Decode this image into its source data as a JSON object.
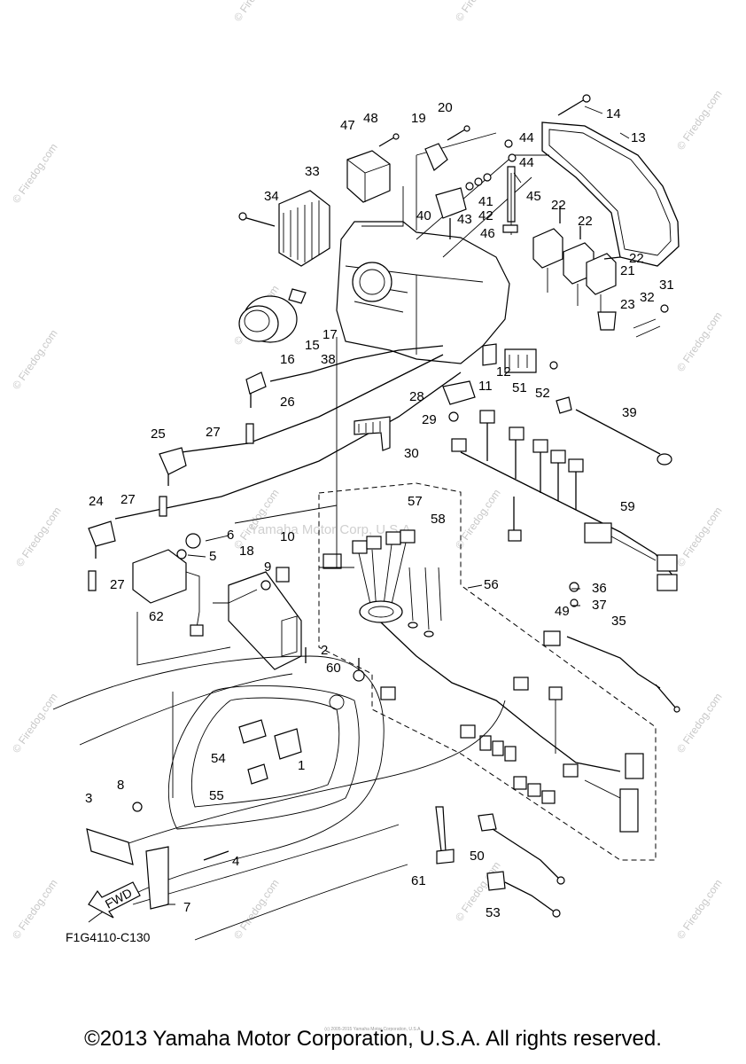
{
  "diagram_code": "F1G4110-C130",
  "fwd_label": "FWD",
  "center_watermark": "Yamaha Motor Corp, U.S.A.",
  "watermark_text": "© Firedog.com",
  "copyright": "©2013 Yamaha Motor Corporation, U.S.A. All rights reserved.",
  "tiny_credit": "(c) 2005-2015 Yamaha Motor Corporation, U.S.A.",
  "callouts": [
    "1",
    "2",
    "3",
    "4",
    "5",
    "6",
    "7",
    "8",
    "9",
    "10",
    "11",
    "12",
    "13",
    "14",
    "15",
    "16",
    "17",
    "18",
    "19",
    "20",
    "21",
    "22",
    "22",
    "22",
    "23",
    "24",
    "25",
    "26",
    "27",
    "27",
    "27",
    "28",
    "29",
    "30",
    "31",
    "32",
    "33",
    "34",
    "35",
    "36",
    "37",
    "38",
    "39",
    "40",
    "41",
    "42",
    "43",
    "44",
    "44",
    "45",
    "46",
    "47",
    "48",
    "49",
    "50",
    "51",
    "52",
    "53",
    "54",
    "55",
    "56",
    "57",
    "58",
    "59",
    "60",
    "61",
    "62"
  ]
}
